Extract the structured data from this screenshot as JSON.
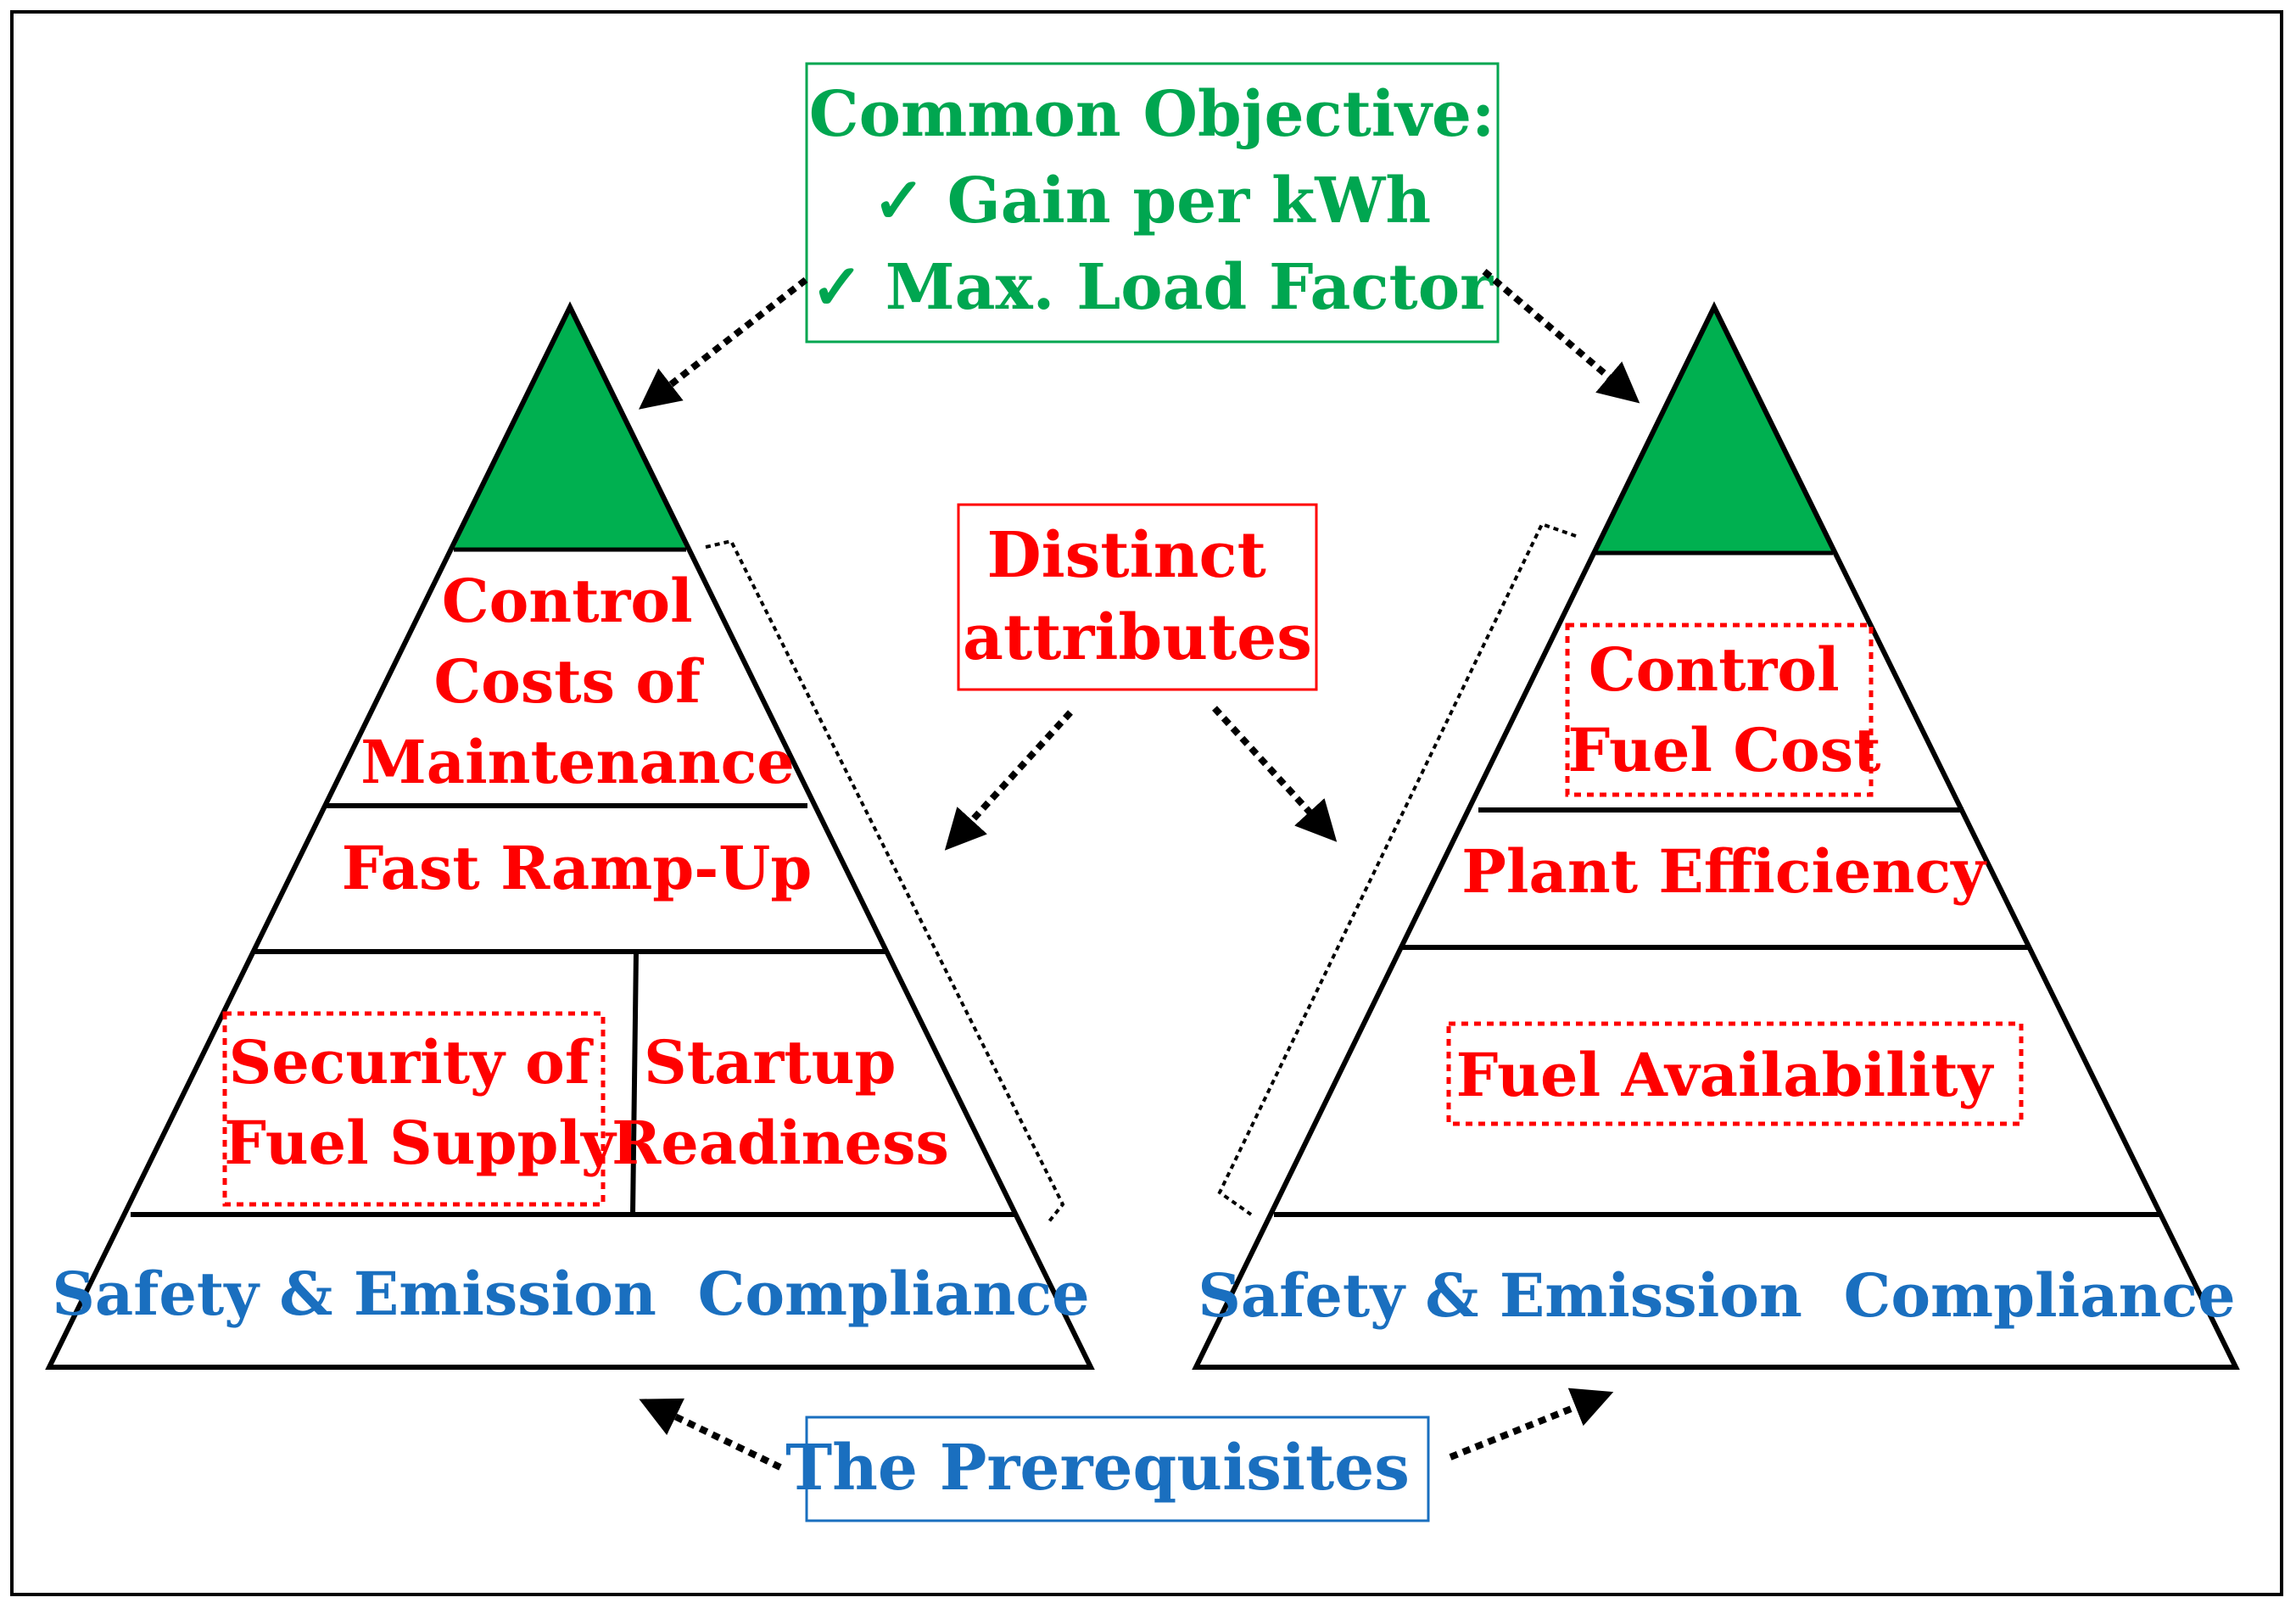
{
  "colors": {
    "objective": "#00a650",
    "attribute": "#ff0000",
    "prerequisite": "#1a6fbf",
    "outline": "#000000",
    "apex_fill": "#00b050"
  },
  "objective_box": {
    "title": "Common Objective:",
    "items": [
      "✓ Gain per kWh",
      "✓ Max. Load Factor"
    ]
  },
  "attributes_box": {
    "lines": [
      "Distinct",
      "attributes"
    ]
  },
  "prerequisites_box": {
    "label": "The Prerequisites"
  },
  "left_pyramid": {
    "tier1": [
      "Control",
      "Costs of",
      "Maintenance"
    ],
    "tier2": "Fast Ramp-Up",
    "tier3_left": [
      "Security of",
      "Fuel Supply"
    ],
    "tier3_right": [
      "Startup",
      "Readiness"
    ],
    "base": "Safety & Emission  Compliance"
  },
  "right_pyramid": {
    "tier1": [
      "Control",
      "Fuel Cost"
    ],
    "tier2": "Plant Efficiency",
    "tier3": "Fuel Availability",
    "base": "Safety & Emission  Compliance"
  }
}
